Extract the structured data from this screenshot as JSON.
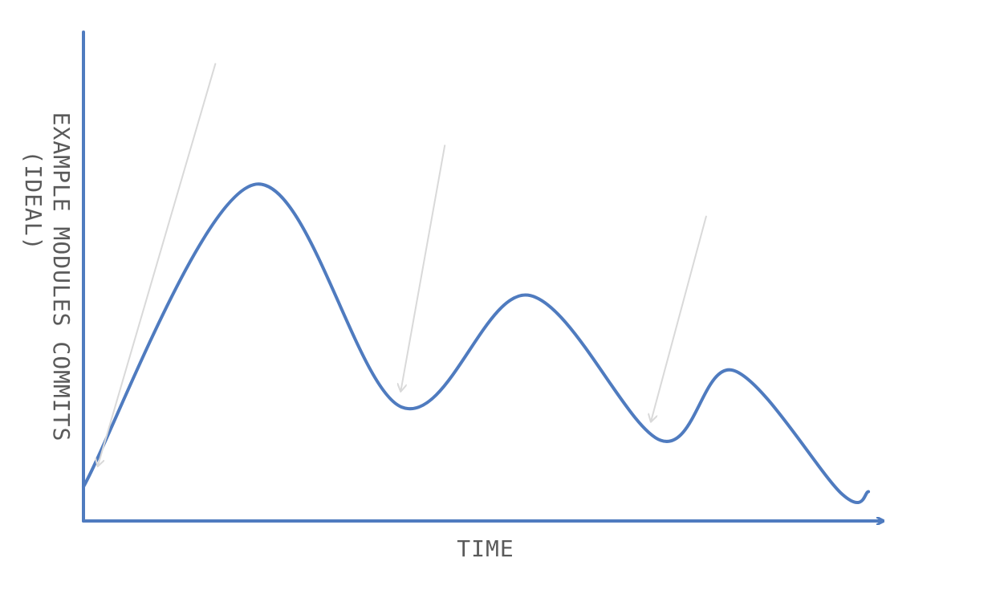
{
  "chart_data": {
    "type": "line",
    "title": "",
    "xlabel": "TIME",
    "ylabel_lines": [
      "EXAMPLE MODULES COMMITS",
      "(IDEAL)"
    ],
    "xlim": [
      0,
      100
    ],
    "ylim": [
      0,
      100
    ],
    "grid": false,
    "legend": "none",
    "series": [
      {
        "points": [
          {
            "x": 0,
            "y": 7
          },
          {
            "x": 21.3,
            "y": 68.8
          },
          {
            "x": 39.8,
            "y": 23.3
          },
          {
            "x": 55.6,
            "y": 46.2
          },
          {
            "x": 72.2,
            "y": 16.5
          },
          {
            "x": 81.3,
            "y": 30.8
          },
          {
            "x": 94.9,
            "y": 5.5
          },
          {
            "x": 98.2,
            "y": 6
          }
        ]
      }
    ],
    "annotations": [
      {
        "type": "arrow",
        "from": {
          "x": 16.5,
          "y": 93.5
        },
        "to": {
          "x": 1.8,
          "y": 11.3
        }
      },
      {
        "type": "arrow",
        "from": {
          "x": 45.2,
          "y": 76.8
        },
        "to": {
          "x": 39.7,
          "y": 26.6
        }
      },
      {
        "type": "arrow",
        "from": {
          "x": 77.9,
          "y": 62.3
        },
        "to": {
          "x": 71.0,
          "y": 20.4
        }
      }
    ],
    "colors": {
      "axis": "#4f7bbf",
      "series": "#4f7bbf",
      "annotation": "#d9d9d9",
      "label": "#5a5a5a"
    }
  }
}
